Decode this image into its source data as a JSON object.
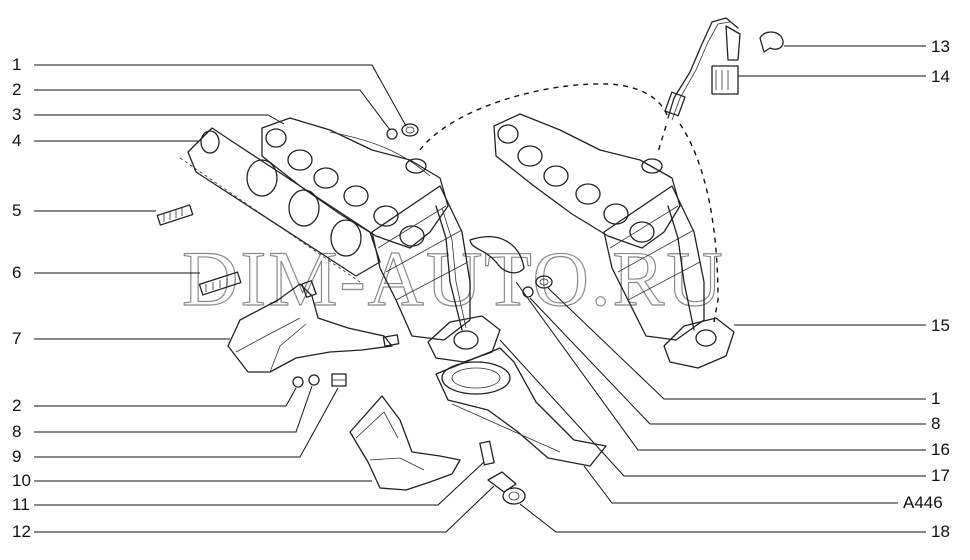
{
  "watermark": "DIM-AUTO.RU",
  "callouts_left": [
    "1",
    "2",
    "3",
    "4",
    "5",
    "6",
    "7",
    "2",
    "8",
    "9",
    "10",
    "11",
    "12"
  ],
  "callouts_right": [
    "13",
    "14",
    "15",
    "1",
    "8",
    "16",
    "17",
    "A446",
    "18"
  ]
}
